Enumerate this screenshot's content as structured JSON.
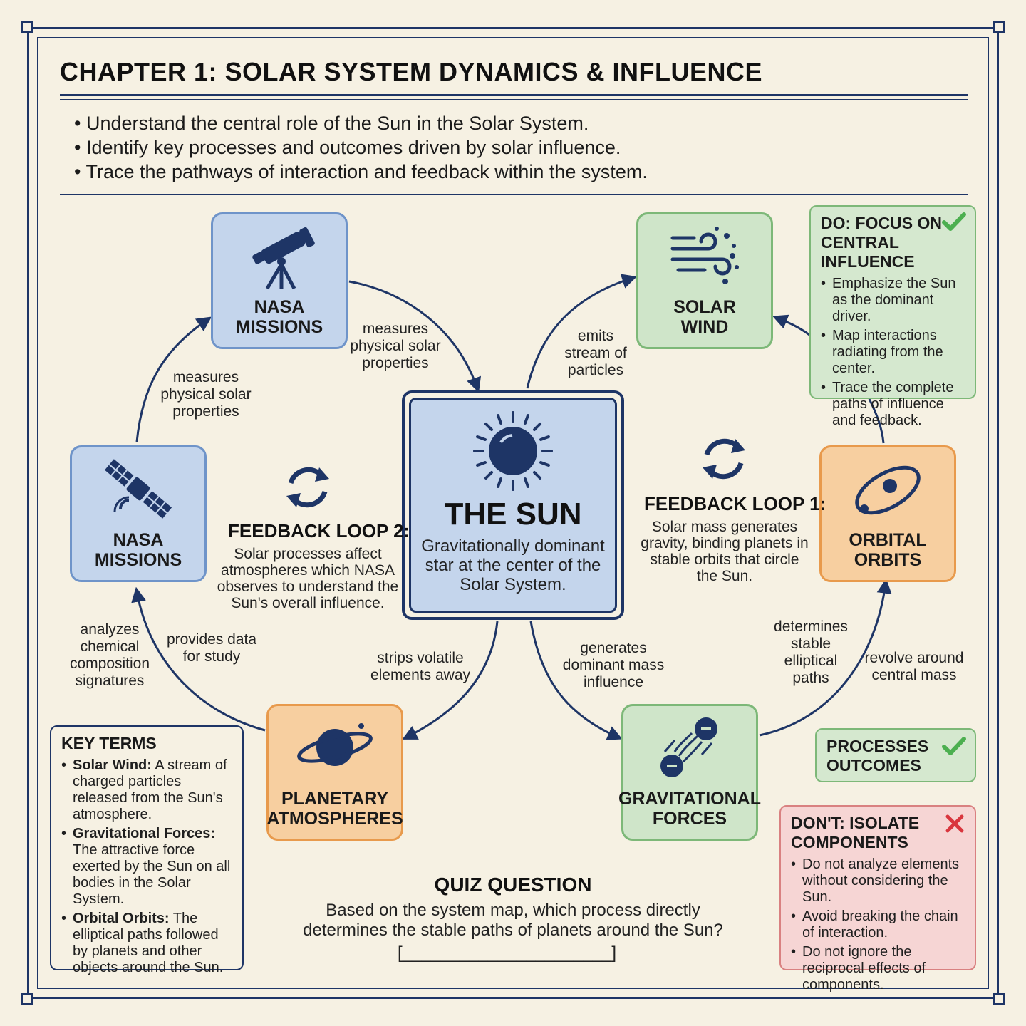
{
  "title": "CHAPTER 1: SOLAR SYSTEM DYNAMICS & INFLUENCE",
  "objectives": [
    "Understand the central role of the Sun in the Solar System.",
    "Identify key processes and outcomes driven by solar influence.",
    "Trace the pathways of interaction and feedback within the system."
  ],
  "center": {
    "title": "THE SUN",
    "description": "Gravitationally dominant star at the center of the Solar System."
  },
  "nodes": {
    "nasa_top": "NASA\nMISSIONS",
    "nasa_left": "NASA\nMISSIONS",
    "solar_wind": "SOLAR\nWIND",
    "orbital": "ORBITAL\nORBITS",
    "planetary": "PLANETARY\nATMOSPHERES",
    "gravitational": "GRAVITATIONAL\nFORCES"
  },
  "edges": {
    "nasa_top_to_sun": "measures\nphysical solar\nproperties",
    "nasa_left_to_top": "measures\nphysical solar\nproperties",
    "sun_to_wind": "emits\nstream of\nparticles",
    "sun_to_planetary": "strips volatile\nelements away",
    "sun_to_grav": "generates\ndominant mass\ninfluence",
    "grav_to_orbital": "determines\nstable\nelliptical\npaths",
    "orbital_revolve": "revolve around\ncentral mass",
    "planetary_provides": "provides data\nfor study",
    "nasa_analyzes": "analyzes\nchemical\ncomposition\nsignatures"
  },
  "loops": {
    "loop1": {
      "title": "FEEDBACK LOOP 1:",
      "text": "Solar mass generates\ngravity, binding planets in\nstable orbits that circle\nthe Sun."
    },
    "loop2": {
      "title": "FEEDBACK LOOP 2:",
      "text": "Solar processes affect\natmospheres which NASA\nobserves to understand the\nSun's overall influence."
    }
  },
  "do_panel": {
    "title": "DO: FOCUS ON\nCENTRAL INFLUENCE",
    "items": [
      "Emphasize the Sun as the dominant driver.",
      "Map interactions radiating from the center.",
      "Trace the complete paths of influence and feedback."
    ]
  },
  "processes_panel": {
    "title": "PROCESSES\nOUTCOMES"
  },
  "dont_panel": {
    "title": "DON'T: ISOLATE\nCOMPONENTS",
    "items": [
      "Do not analyze elements without considering the Sun.",
      "Avoid breaking the chain of interaction.",
      "Do not ignore the reciprocal effects of components."
    ]
  },
  "key_terms": {
    "title": "KEY TERMS",
    "items": [
      {
        "term": "Solar Wind:",
        "definition": "A stream of charged particles released from the Sun's atmosphere."
      },
      {
        "term": "Gravitational Forces:",
        "definition": "The attractive force exerted by the Sun on all bodies in the Solar System."
      },
      {
        "term": "Orbital Orbits:",
        "definition": "The elliptical paths followed by planets and other objects around the Sun."
      }
    ]
  },
  "quiz": {
    "title": "QUIZ QUESTION",
    "question": "Based on the system map, which process directly determines the stable paths of planets around the Sun?",
    "blank": "[______________________]"
  },
  "colors": {
    "navy": "#1e3566",
    "blue_node": "#c4d5ec",
    "green_node": "#cfe5c9",
    "orange_node": "#f7cfa0",
    "check": "#4caf50",
    "cross": "#d9363e"
  },
  "icons": [
    "telescope-icon",
    "satellite-icon",
    "wind-icon",
    "orbit-icon",
    "planet-icon",
    "gravity-icon",
    "sun-icon",
    "refresh-loop-icon",
    "check-icon",
    "cross-icon"
  ]
}
